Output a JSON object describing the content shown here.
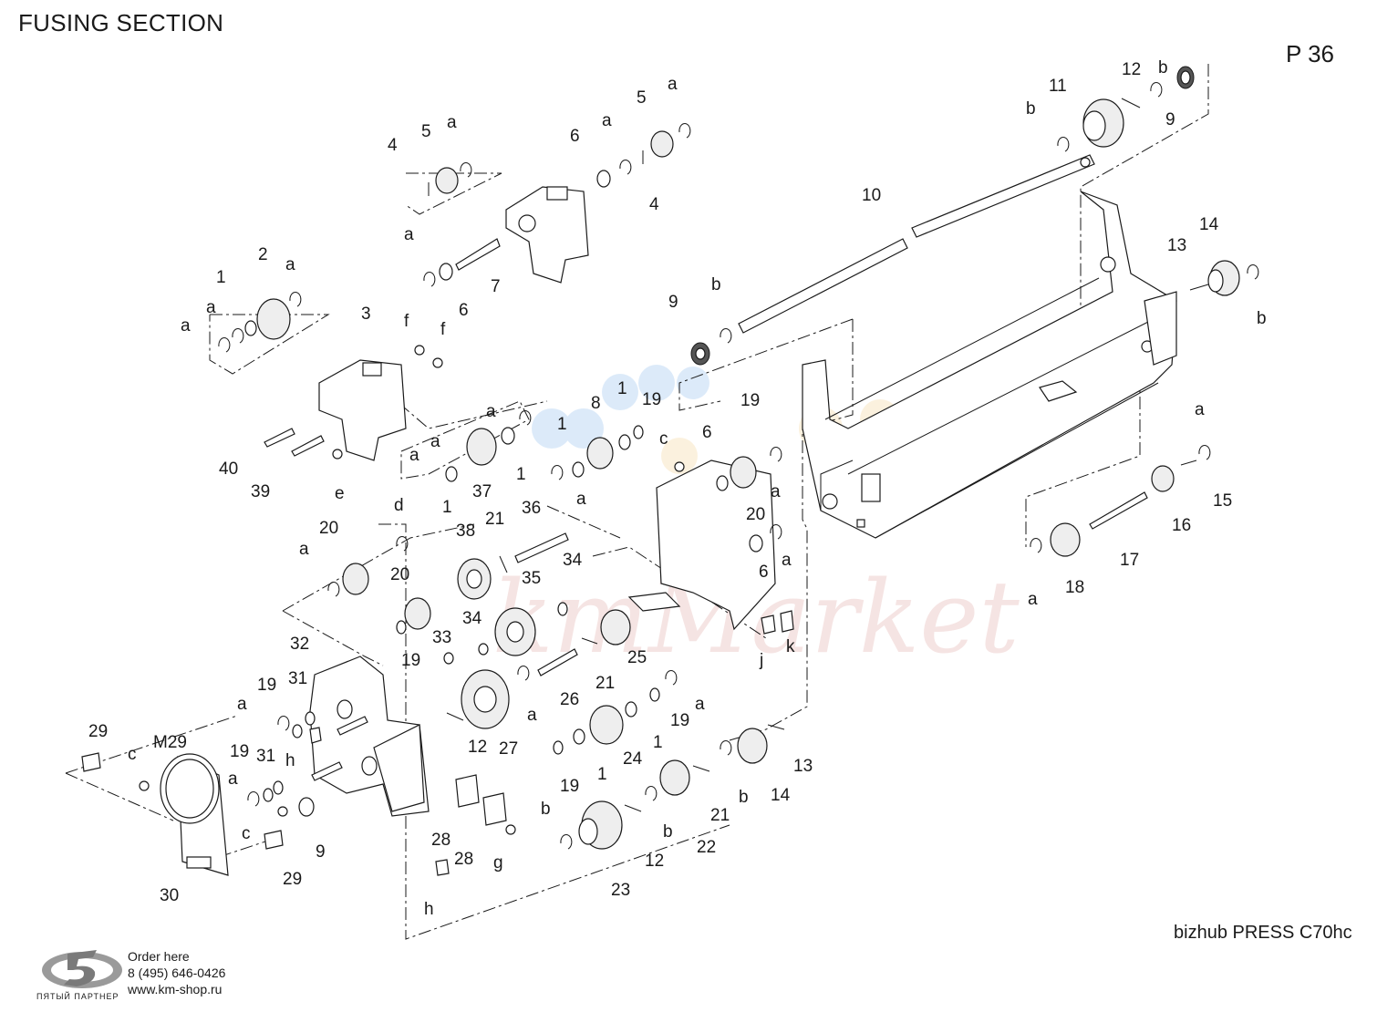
{
  "header": {
    "title": "FUSING SECTION",
    "page": "P 36"
  },
  "footer": {
    "model": "bizhub PRESS C70hc",
    "order_label": "Order here",
    "phone": "8 (495) 646-0426",
    "website": "www.km-shop.ru",
    "brand": "ПЯТЫЙ ПАРТНЕР"
  },
  "watermark_text": "kmMarket",
  "callouts": {
    "c1": "1",
    "c2": "2",
    "c3": "3",
    "c4": "4",
    "c5": "5",
    "c6": "6",
    "c7": "7",
    "c8": "8",
    "c9": "9",
    "c10": "10",
    "c11": "11",
    "c12": "12",
    "c13": "13",
    "c14": "14",
    "c15": "15",
    "c16": "16",
    "c17": "17",
    "c18": "18",
    "c19": "19",
    "c20": "20",
    "c21": "21",
    "c22": "22",
    "c23": "23",
    "c24": "24",
    "c25": "25",
    "c26": "26",
    "c27": "27",
    "c28": "28",
    "c29": "29",
    "c30": "30",
    "c31": "31",
    "c32": "32",
    "c33": "33",
    "c34": "34",
    "c35": "35",
    "c36": "36",
    "c37": "37",
    "c38": "38",
    "c39": "39",
    "c40": "40",
    "m29": "M29",
    "a": "a",
    "b": "b",
    "c": "c",
    "d": "d",
    "e": "e",
    "f": "f",
    "g": "g",
    "h": "h",
    "j": "j",
    "k": "k"
  }
}
